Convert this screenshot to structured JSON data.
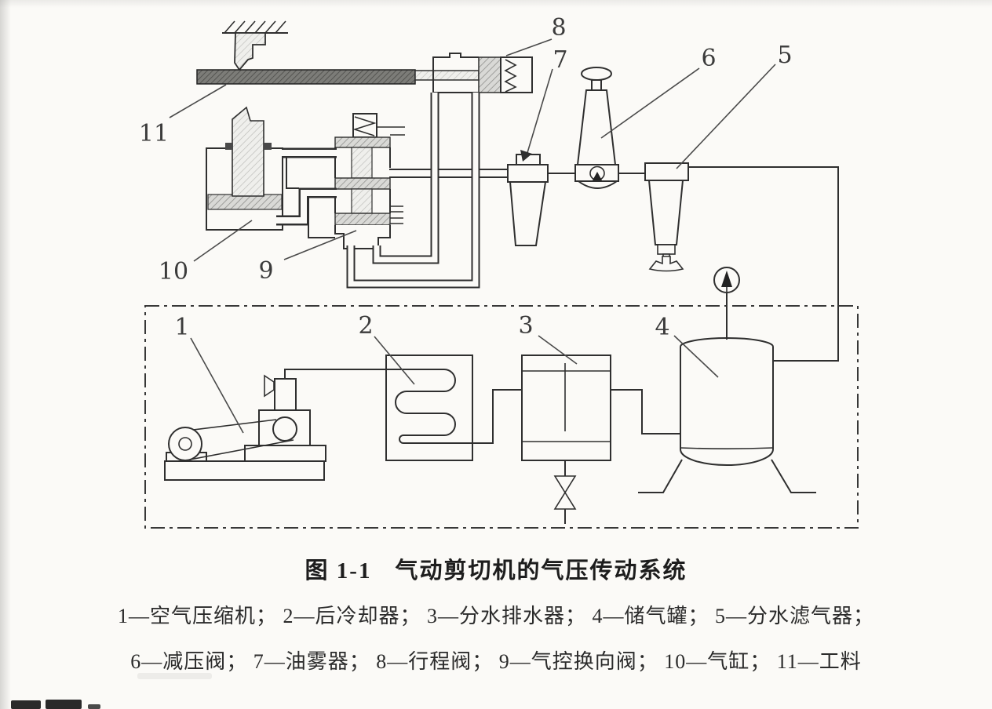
{
  "caption": {
    "prefix": "图 1-1",
    "title": "气动剪切机的气压传动系统"
  },
  "legend": {
    "lines": [
      "1—空气压缩机； 2—后冷却器； 3—分水排水器； 4—储气罐； 5—分水滤气器；",
      "6—减压阀； 7—油雾器； 8—行程阀； 9—气控换向阀； 10—气缸； 11—工料"
    ],
    "items": [
      {
        "num": "1",
        "name": "空气压缩机"
      },
      {
        "num": "2",
        "name": "后冷却器"
      },
      {
        "num": "3",
        "name": "分水排水器"
      },
      {
        "num": "4",
        "name": "储气罐"
      },
      {
        "num": "5",
        "name": "分水滤气器"
      },
      {
        "num": "6",
        "name": "减压阀"
      },
      {
        "num": "7",
        "name": "油雾器"
      },
      {
        "num": "8",
        "name": "行程阀"
      },
      {
        "num": "9",
        "name": "气控换向阀"
      },
      {
        "num": "10",
        "name": "气缸"
      },
      {
        "num": "11",
        "name": "工料"
      }
    ]
  },
  "callouts": {
    "n1": "1",
    "n2": "2",
    "n3": "3",
    "n4": "4",
    "n5": "5",
    "n6": "6",
    "n7": "7",
    "n8": "8",
    "n9": "9",
    "n10": "10",
    "n11": "11"
  },
  "colors": {
    "paper": "#fbfaf7",
    "ink": "#2f2f2f",
    "text": "#222222"
  }
}
